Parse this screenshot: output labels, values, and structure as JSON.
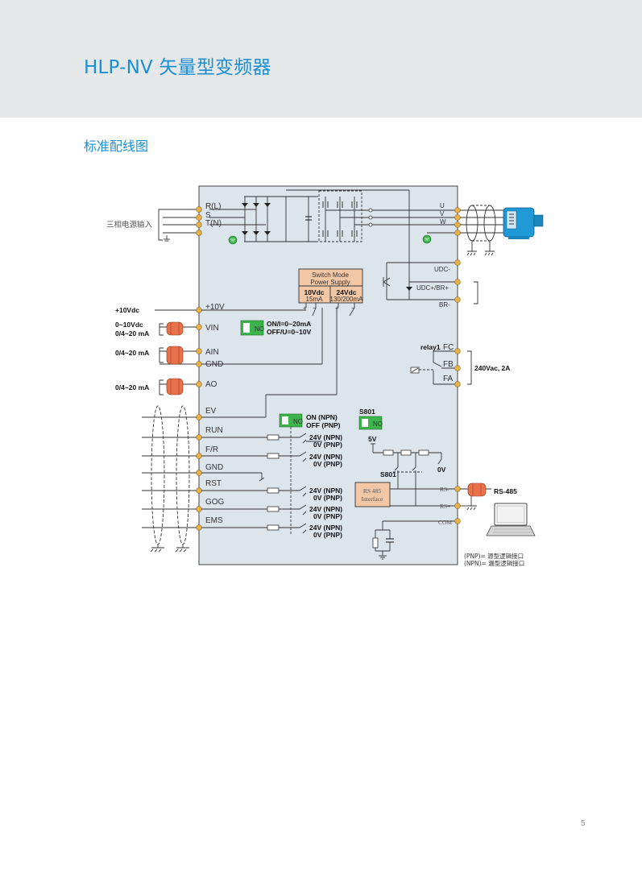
{
  "header": {
    "title": "HLP-NV 矢量型变频器"
  },
  "section": {
    "title": "标准配线图"
  },
  "page_number": "5",
  "diagram": {
    "power_input_label": "三相电源输入",
    "input_terminals": [
      "R(L)",
      "S",
      "T(N)"
    ],
    "output_terminals": [
      "U",
      "V",
      "W"
    ],
    "dc_terminals": [
      "UDC-",
      "UDC+/BR+",
      "BR-"
    ],
    "psu": {
      "line1": "Switch Mode",
      "line2": "Power Supply",
      "v1": "10Vdc",
      "v2": "24Vdc",
      "i1": "15mA",
      "i2": "130/200mA"
    },
    "left_terminals": [
      "+10V",
      "VIN",
      "AIN",
      "GND",
      "AO",
      "EV",
      "RUN",
      "F/R",
      "GND",
      "RST",
      "GOG",
      "EMS"
    ],
    "external": {
      "ten_vdc": "+10Vdc",
      "vin_range1": "0~10Vdc",
      "vin_range2": "0/4~20 mA",
      "ain_range": "0/4~20 mA",
      "ao_range": "0/4~20 mA"
    },
    "jumper_vin": {
      "line1": "ON/I=0~20mA",
      "line2": "OFF/U=0~10V"
    },
    "jumper_npn": {
      "line1": "ON (NPN)",
      "line2": "OFF (PNP)"
    },
    "switch_label": "S801",
    "switch_label2": "S801",
    "five_v": "5V",
    "zero_v": "0V",
    "logic_24v": "24V (NPN)",
    "logic_0v": "0V (PNP)",
    "relay": {
      "name": "relay1",
      "terminals": [
        "FC",
        "FB",
        "FA"
      ],
      "rating": "240Vac, 2A"
    },
    "rs485": {
      "line1": "RS 485",
      "line2": "Interface",
      "terminals": [
        "RS-",
        "RS+",
        "COM"
      ],
      "label": "RS-485"
    },
    "notes": [
      "(PNP)= 源型逻辑接口",
      "(NPN)= 漏型逻辑接口"
    ],
    "jumper_mark": "NO",
    "colors": {
      "accent": "#1a8fd1",
      "panel": "#dde5ec",
      "terminal": "#e8b048",
      "jumper": "#3cb44b",
      "psu": "#f2c7a6",
      "motor": "#1f9ad6",
      "cable_shield": "#e8704a"
    }
  }
}
